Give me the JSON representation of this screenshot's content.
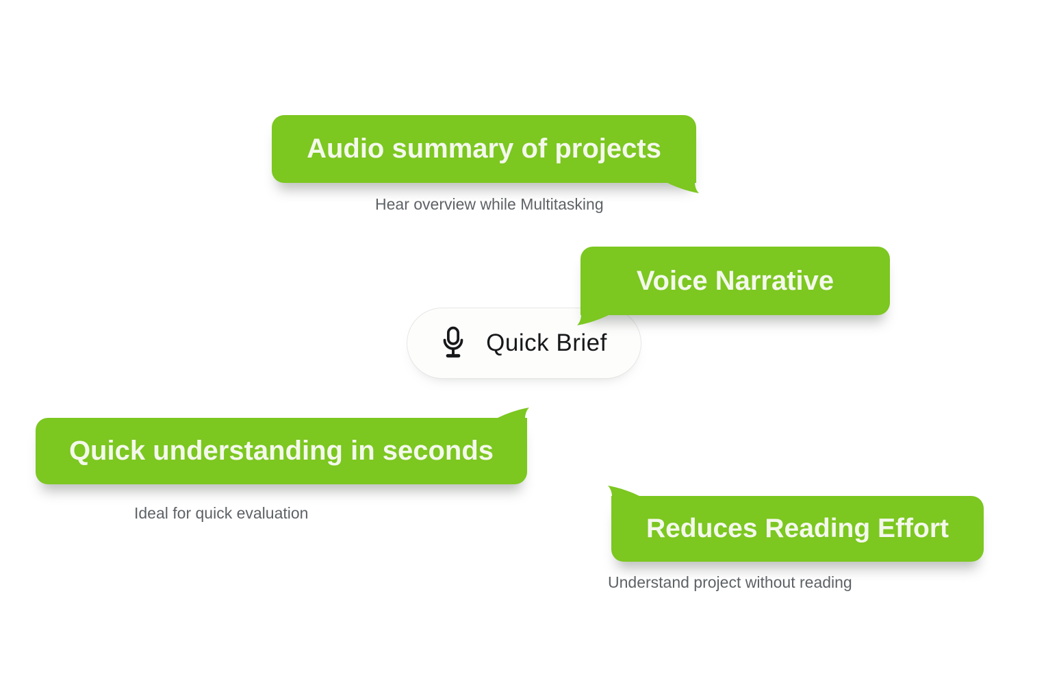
{
  "colors": {
    "background": "#FFFFFF",
    "bubble_green": "#7CC720",
    "bubble_text": "#F4F8EC",
    "caption_gray": "#5E6266",
    "pill_background": "#FDFDFC",
    "pill_border": "#E5E7E5",
    "pill_text": "#17181A"
  },
  "bubbles": [
    {
      "id": "audio-summary",
      "label": "Audio summary of projects",
      "caption": "Hear overview while Multitasking",
      "tail": "bottom-right"
    },
    {
      "id": "voice-narrative",
      "label": "Voice Narrative",
      "caption": "",
      "tail": "bottom-left"
    },
    {
      "id": "quick-understanding",
      "label": "Quick understanding in seconds",
      "caption": "Ideal for quick evaluation",
      "tail": "top-right"
    },
    {
      "id": "reduces-reading",
      "label": "Reduces Reading Effort",
      "caption": "Understand project without reading",
      "tail": "top-left"
    }
  ],
  "center_pill": {
    "label": "Quick Brief",
    "icon": "microphone-icon"
  }
}
